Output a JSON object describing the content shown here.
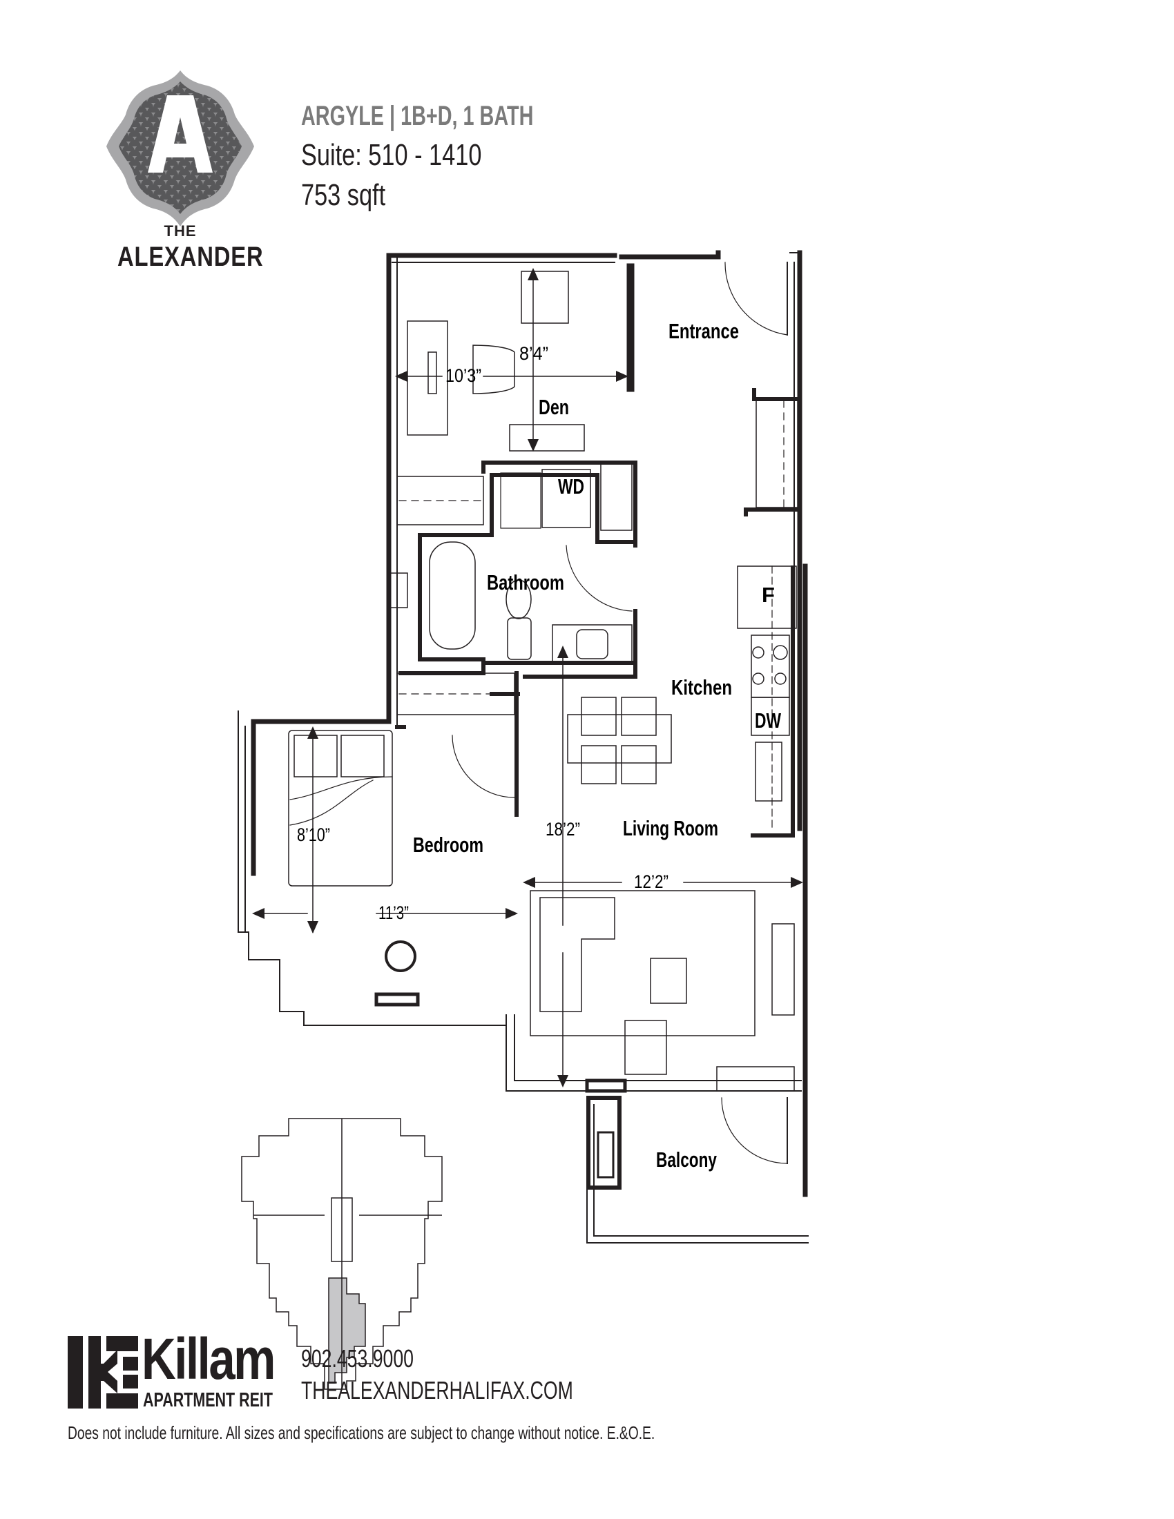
{
  "brand": {
    "logo_letter": "A",
    "logo_the": "THE",
    "logo_name": "ALEXANDER",
    "colors": {
      "logo_outer": "#a7a7a9",
      "logo_inner": "#58585a",
      "title_gray": "#7a7a7a",
      "ink": "#231f20",
      "minimap_highlight": "#c7c7c9"
    }
  },
  "unit": {
    "title": "ARGYLE | 1B+D, 1 BATH",
    "suite": "Suite: 510 - 1410",
    "area": "753 sqft"
  },
  "plan": {
    "rooms": {
      "entrance": "Entrance",
      "den": "Den",
      "bathroom": "Bathroom",
      "kitchen": "Kitchen",
      "bedroom": "Bedroom",
      "living_room": "Living Room",
      "balcony": "Balcony"
    },
    "appliances": {
      "washer_dryer": "WD",
      "fridge": "F",
      "dishwasher": "DW"
    },
    "dimensions": {
      "den_depth": "8’4”",
      "den_width": "10’3”",
      "bedroom_depth": "8’10”",
      "bedroom_width": "11’3”",
      "living_depth": "18’2”",
      "living_width": "12’2”"
    }
  },
  "footer": {
    "company": "Killam",
    "company_sub": "APARTMENT REIT",
    "phone": "902.453.9000",
    "website": "THEALEXANDERHALIFAX.COM",
    "disclaimer": "Does not include furniture. All sizes and specifications are subject to change without notice. E.&O.E."
  }
}
